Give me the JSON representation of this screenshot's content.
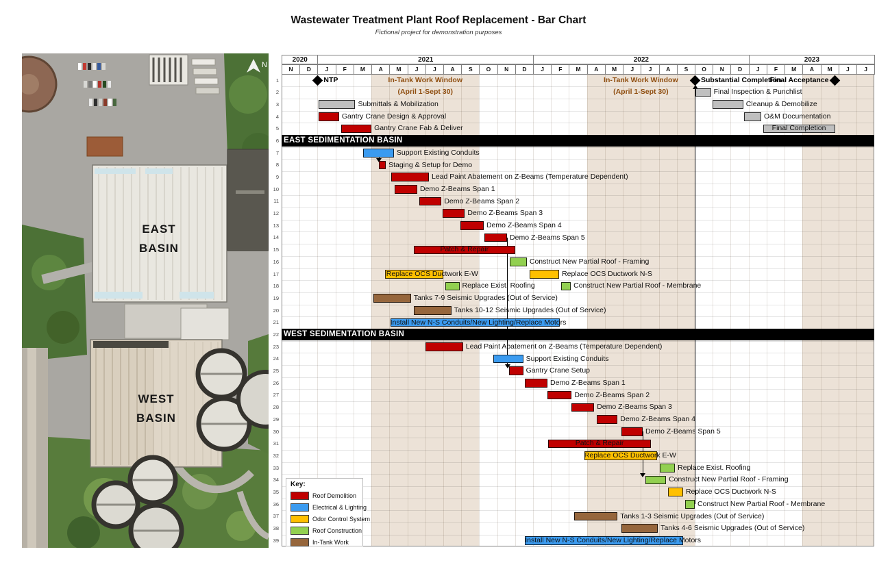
{
  "page": {
    "title": "Wastewater Treatment Plant Roof Replacement - Bar Chart",
    "subtitle": "Fictional project for demonstration purposes"
  },
  "photo": {
    "east_basin": [
      "EAST",
      "BASIN"
    ],
    "west_basin": [
      "WEST",
      "BASIN"
    ],
    "compass": "N"
  },
  "chart_data": {
    "type": "bar",
    "subtype": "gantt-schedule",
    "title": "Wastewater Treatment Plant Roof Replacement - Bar Chart",
    "month_index_origin": "0 = Nov 2020, 1 month per unit, chart spans 33 months through Jul 2023",
    "row_count": 39,
    "timeline": {
      "years": [
        {
          "label": "2020",
          "start": 0,
          "span": 2
        },
        {
          "label": "2021",
          "start": 2,
          "span": 12
        },
        {
          "label": "2022",
          "start": 14,
          "span": 12
        },
        {
          "label": "2023",
          "start": 26,
          "span": 7
        }
      ],
      "months": [
        "N",
        "D",
        "J",
        "F",
        "M",
        "A",
        "M",
        "J",
        "J",
        "A",
        "S",
        "O",
        "N",
        "D",
        "J",
        "F",
        "M",
        "A",
        "M",
        "J",
        "J",
        "A",
        "S",
        "O",
        "N",
        "D",
        "J",
        "F",
        "M",
        "A",
        "M",
        "J",
        "J"
      ]
    },
    "colors": {
      "demolition": "#C00000",
      "electrical": "#3B9BF0",
      "ocs": "#FFC000",
      "construction": "#92D050",
      "intank": "#96663C",
      "admin": "#BFBFBF",
      "band": "#ECE2D7",
      "milestone": "#000000"
    },
    "bands": [
      {
        "start": 5,
        "end": 11,
        "label_line1": "In-Tank Work Window",
        "label_line2": "(April 1-Sept 30)",
        "show_label": true
      },
      {
        "start": 17,
        "end": 23,
        "label_line1": "In-Tank Work Window",
        "label_line2": "(April 1-Sept 30)",
        "show_label": true
      },
      {
        "start": 29,
        "end": 33,
        "label_line1": "",
        "label_line2": "",
        "show_label": false
      }
    ],
    "milestones": [
      {
        "row": 1,
        "month": 2.0,
        "label": "NTP",
        "label_side": "right"
      },
      {
        "row": 1,
        "month": 23.0,
        "label": "Substantial Completion",
        "label_side": "right"
      },
      {
        "row": 1,
        "month": 30.8,
        "label": "Final Acceptance",
        "label_side": "left"
      }
    ],
    "sections": [
      {
        "row": 6,
        "label": "EAST SEDIMENTATION BASIN"
      },
      {
        "row": 22,
        "label": "WEST SEDIMENTATION BASIN"
      }
    ],
    "tasks": [
      {
        "row": 2,
        "start": 23.05,
        "end": 23.9,
        "color": "admin",
        "label": "Final Inspection & Punchlist",
        "placement": "right"
      },
      {
        "row": 3,
        "start": 2.05,
        "end": 4.1,
        "color": "admin",
        "label": "Submittals & Mobilization",
        "placement": "right"
      },
      {
        "row": 3,
        "start": 24.0,
        "end": 25.7,
        "color": "admin",
        "label": "Cleanup & Demobilize",
        "placement": "right"
      },
      {
        "row": 4,
        "start": 2.05,
        "end": 3.2,
        "color": "demolition",
        "label": "Gantry Crane Design & Approval",
        "placement": "right"
      },
      {
        "row": 4,
        "start": 25.75,
        "end": 26.7,
        "color": "admin",
        "label": "O&M Documentation",
        "placement": "right"
      },
      {
        "row": 5,
        "start": 3.3,
        "end": 5.0,
        "color": "demolition",
        "label": "Gantry Crane Fab & Deliver",
        "placement": "right"
      },
      {
        "row": 5,
        "start": 26.8,
        "end": 30.8,
        "color": "admin",
        "label": "Final Completion",
        "placement": "inside"
      },
      {
        "row": 7,
        "start": 4.55,
        "end": 6.25,
        "color": "electrical",
        "label": "Support Existing Conduits",
        "placement": "right"
      },
      {
        "row": 8,
        "start": 5.4,
        "end": 5.8,
        "color": "demolition",
        "label": "Staging & Setup for Demo",
        "placement": "right"
      },
      {
        "row": 9,
        "start": 6.1,
        "end": 8.2,
        "color": "demolition",
        "label": "Lead Paint Abatement on Z-Beams (Temperature Dependent)",
        "placement": "right"
      },
      {
        "row": 10,
        "start": 6.3,
        "end": 7.55,
        "color": "demolition",
        "label": "Demo Z-Beams Span 1",
        "placement": "right"
      },
      {
        "row": 11,
        "start": 7.65,
        "end": 8.9,
        "color": "demolition",
        "label": "Demo Z-Beams Span 2",
        "placement": "right"
      },
      {
        "row": 12,
        "start": 8.95,
        "end": 10.2,
        "color": "demolition",
        "label": "Demo Z-Beams Span 3",
        "placement": "right"
      },
      {
        "row": 13,
        "start": 9.95,
        "end": 11.25,
        "color": "demolition",
        "label": "Demo Z-Beams Span 4",
        "placement": "right"
      },
      {
        "row": 14,
        "start": 11.3,
        "end": 12.55,
        "color": "demolition",
        "label": "Demo Z-Beams Span 5",
        "placement": "right"
      },
      {
        "row": 15,
        "start": 7.35,
        "end": 13.0,
        "color": "demolition",
        "label": "Patch & Repair",
        "placement": "inside"
      },
      {
        "row": 16,
        "start": 12.7,
        "end": 13.65,
        "color": "construction",
        "label": "Construct New Partial Roof - Framing",
        "placement": "right"
      },
      {
        "row": 17,
        "start": 5.75,
        "end": 9.0,
        "color": "ocs",
        "label": "Replace OCS Ductwork E-W",
        "placement": "inside-left"
      },
      {
        "row": 17,
        "start": 13.8,
        "end": 15.45,
        "color": "ocs",
        "label": "Replace OCS Ductwork N-S",
        "placement": "right"
      },
      {
        "row": 18,
        "start": 9.1,
        "end": 9.9,
        "color": "construction",
        "label": "Replace Exist. Roofing",
        "placement": "right"
      },
      {
        "row": 18,
        "start": 15.55,
        "end": 16.1,
        "color": "construction",
        "label": "Construct New Partial Roof - Membrane",
        "placement": "right"
      },
      {
        "row": 19,
        "start": 5.1,
        "end": 7.2,
        "color": "intank",
        "label": "Tanks 7-9 Seismic Upgrades (Out of Service)",
        "placement": "right"
      },
      {
        "row": 20,
        "start": 7.35,
        "end": 9.45,
        "color": "intank",
        "label": "Tanks 10-12 Seismic Upgrades (Out of Service)",
        "placement": "right"
      },
      {
        "row": 21,
        "start": 6.05,
        "end": 15.5,
        "color": "electrical",
        "label": "Install New N-S Conduits/New Lighting/Replace Motors",
        "placement": "inside"
      },
      {
        "row": 23,
        "start": 8.0,
        "end": 10.1,
        "color": "demolition",
        "label": "Lead Paint Abatement on Z-Beams (Temperature Dependent)",
        "placement": "right"
      },
      {
        "row": 24,
        "start": 11.8,
        "end": 13.45,
        "color": "electrical",
        "label": "Support Existing Conduits",
        "placement": "right"
      },
      {
        "row": 25,
        "start": 12.65,
        "end": 13.45,
        "color": "demolition",
        "label": "Gantry Crane Setup",
        "placement": "right"
      },
      {
        "row": 26,
        "start": 13.55,
        "end": 14.8,
        "color": "demolition",
        "label": "Demo Z-Beams Span 1",
        "placement": "right"
      },
      {
        "row": 27,
        "start": 14.8,
        "end": 16.15,
        "color": "demolition",
        "label": "Demo Z-Beams Span 2",
        "placement": "right"
      },
      {
        "row": 28,
        "start": 16.15,
        "end": 17.4,
        "color": "demolition",
        "label": "Demo Z-Beams Span 3",
        "placement": "right"
      },
      {
        "row": 29,
        "start": 17.55,
        "end": 18.7,
        "color": "demolition",
        "label": "Demo Z-Beams Span 4",
        "placement": "right"
      },
      {
        "row": 30,
        "start": 18.9,
        "end": 20.1,
        "color": "demolition",
        "label": "Demo Z-Beams Span 5",
        "placement": "right"
      },
      {
        "row": 31,
        "start": 14.85,
        "end": 20.55,
        "color": "demolition",
        "label": "Patch & Repair",
        "placement": "inside"
      },
      {
        "row": 32,
        "start": 16.85,
        "end": 20.9,
        "color": "ocs",
        "label": "Replace OCS Ductwork E-W",
        "placement": "inside"
      },
      {
        "row": 33,
        "start": 21.05,
        "end": 21.9,
        "color": "construction",
        "label": "Replace Exist. Roofing",
        "placement": "right"
      },
      {
        "row": 34,
        "start": 20.25,
        "end": 21.4,
        "color": "construction",
        "label": "Construct New Partial Roof - Framing",
        "placement": "right"
      },
      {
        "row": 35,
        "start": 21.5,
        "end": 22.35,
        "color": "ocs",
        "label": "Replace OCS Ductwork N-S",
        "placement": "right"
      },
      {
        "row": 36,
        "start": 22.45,
        "end": 23.0,
        "color": "construction",
        "label": "Construct New Partial Roof - Membrane",
        "placement": "right"
      },
      {
        "row": 37,
        "start": 16.3,
        "end": 18.7,
        "color": "intank",
        "label": "Tanks 1-3 Seismic Upgrades (Out of Service)",
        "placement": "right"
      },
      {
        "row": 38,
        "start": 18.9,
        "end": 20.95,
        "color": "intank",
        "label": "Tanks 4-6 Seismic Upgrades (Out of Service)",
        "placement": "right"
      },
      {
        "row": 39,
        "start": 13.55,
        "end": 22.35,
        "color": "electrical",
        "label": "Install New N-S Conduits/New Lighting/Replace Motors",
        "placement": "inside"
      }
    ],
    "connectors": [
      {
        "x": 5.4,
        "from_row": 7,
        "to_row": 8,
        "arrow": "down"
      },
      {
        "x": 12.55,
        "from_row": 14,
        "to_row": 25,
        "arrow": "down"
      },
      {
        "x": 20.1,
        "from_row": 30,
        "to_row": 34,
        "arrow": "down"
      },
      {
        "x": 23.0,
        "from_row": 1,
        "to_row": 36,
        "arrow": "up"
      }
    ],
    "legend": {
      "title": "Key:",
      "items": [
        {
          "color": "demolition",
          "label": "Roof Demolition"
        },
        {
          "color": "electrical",
          "label": "Electrical & Lighting"
        },
        {
          "color": "ocs",
          "label": "Odor Control System"
        },
        {
          "color": "construction",
          "label": "Roof Construction"
        },
        {
          "color": "intank",
          "label": "In-Tank Work"
        }
      ]
    }
  }
}
